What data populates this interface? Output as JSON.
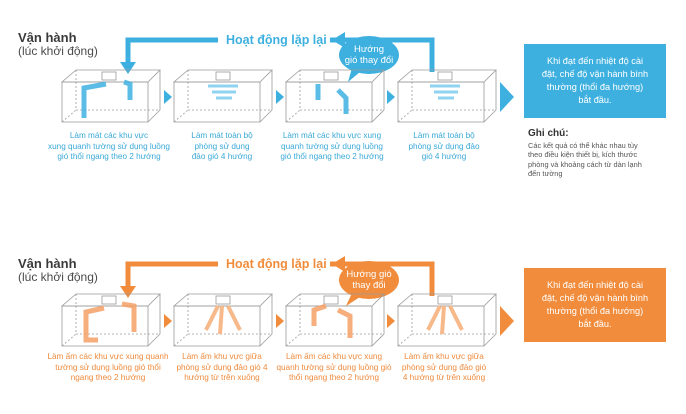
{
  "colors": {
    "blue": "#3eb0e0",
    "orange": "#f08c3c",
    "box_stroke": "#9a9a9a"
  },
  "cooling": {
    "mode_title": "Vận hành",
    "mode_subtitle": "(lúc khởi động)",
    "loop_label": "Hoạt động lặp lại",
    "bubble": [
      "Hướng",
      "gió thay đổi"
    ],
    "captions": [
      [
        "Làm mát các khu vực",
        "xung quanh tường sử dụng luồng",
        "gió thổi ngang theo 2 hướng"
      ],
      [
        "Làm mát toàn bộ",
        "phòng sử dụng",
        "đảo gió 4 hướng"
      ],
      [
        "Làm mát các khu vực xung",
        "quanh tường sử dụng luồng",
        "gió thổi ngang theo 2 hướng"
      ],
      [
        "Làm mát toàn bộ",
        "phòng sử dụng đảo",
        "gió 4 hướng"
      ]
    ],
    "result": [
      "Khi đạt đến nhiệt độ cài",
      "đặt, chế độ vận hành bình",
      "thường (thổi đa hướng)",
      "bắt đầu."
    ],
    "note_title": "Ghi chú:",
    "note_text": [
      "Các kết quả có thể khác nhau tùy",
      "theo điều kiện thiết bị, kích thước",
      "phòng và khoảng cách từ dàn lạnh",
      "đến tường"
    ]
  },
  "heating": {
    "mode_title": "Vận hành",
    "mode_subtitle": "(lúc khởi động)",
    "loop_label": "Hoạt động lặp lại",
    "bubble": [
      "Hướng gió",
      "thay đổi"
    ],
    "captions": [
      [
        "Làm ấm các khu vực xung quanh",
        "tường sử dụng luồng gió thổi",
        "ngang theo 2 hướng"
      ],
      [
        "Làm ấm khu vực giữa",
        "phòng sử dụng đảo gió 4",
        "hướng từ trên xuống"
      ],
      [
        "Làm ấm các khu vực xung",
        "quanh tường sử dụng luồng gió",
        "thổi ngang theo 2 hướng"
      ],
      [
        "Làm ấm khu vực giữa",
        "phòng sử dụng đảo gió",
        "4 hướng từ trên xuống"
      ]
    ],
    "result": [
      "Khi đạt đến nhiệt độ cài",
      "đặt, chế độ vận hành bình",
      "thường (thổi đa hướng)",
      "bắt đầu."
    ]
  }
}
